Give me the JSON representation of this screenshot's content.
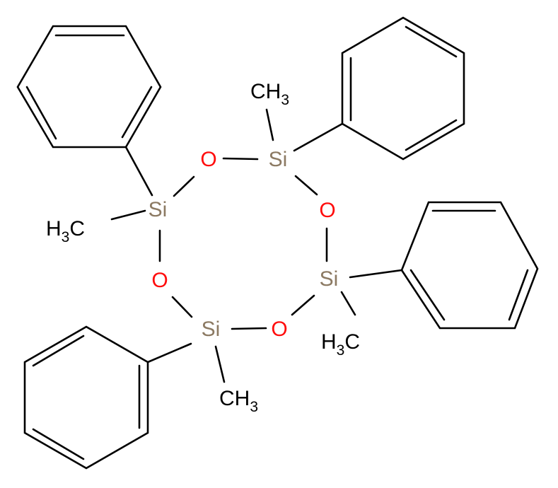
{
  "molecule": {
    "atoms": {
      "si1": "Si",
      "si2": "Si",
      "si3": "Si",
      "si4": "Si",
      "o1": "O",
      "o2": "O",
      "o3": "O",
      "o4": "O"
    },
    "methyl_groups": {
      "top_right": {
        "main": "CH",
        "sub": "3"
      },
      "left": {
        "pre": "H",
        "sub": "3",
        "post": "C"
      },
      "right": {
        "pre": "H",
        "sub": "3",
        "post": "C"
      },
      "bottom": {
        "main": "CH",
        "sub": "3"
      }
    },
    "colors": {
      "silicon": "#8c7a63",
      "oxygen": "#ff0d0d",
      "bond": "#000000"
    }
  }
}
